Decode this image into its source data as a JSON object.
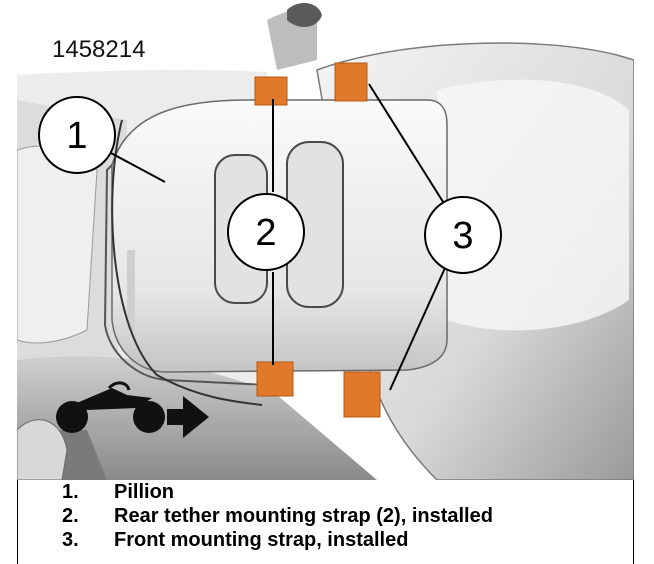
{
  "figure": {
    "id": "1458214",
    "callouts": [
      {
        "number": "1"
      },
      {
        "number": "2"
      },
      {
        "number": "3"
      }
    ]
  },
  "legend": [
    {
      "number": "1.",
      "text": "Pillion"
    },
    {
      "number": "2.",
      "text": "Rear tether mounting strap (2), installed"
    },
    {
      "number": "3.",
      "text": "Front mounting strap, installed"
    }
  ],
  "colors": {
    "strap": "#e07a2a",
    "strap_edge": "#b35a16",
    "outline": "#000000",
    "background": "#ffffff"
  },
  "icons": [
    "motorcycle-forward-direction-icon"
  ]
}
